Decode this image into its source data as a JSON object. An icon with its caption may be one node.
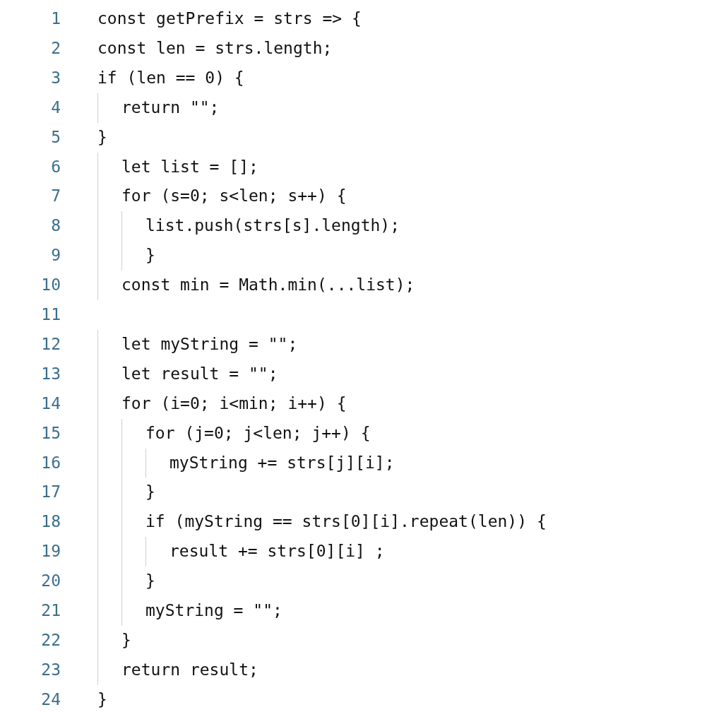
{
  "diagram": {
    "labels": [
      "1",
      "const getPrefix = strs => {",
      "2",
      "const len = strs.length;",
      "3",
      "if (len == 0) {",
      "4",
      "return \"\";",
      "5",
      "}",
      "6",
      "let list = [];",
      "7",
      "for (s=0; s<len; s++) {",
      "8",
      "list.push(strs[s].length);",
      "9",
      "}",
      "10",
      "const min = Math.min(...list);",
      "11",
      "12",
      "let myString = \"\";",
      "13",
      "let result = \"\";",
      "14",
      "for (i=0; i<min; i++) {",
      "15",
      "for (j=0; j<len; j++) {",
      "16",
      "myString += strs[j][i];",
      "17",
      "}",
      "18",
      "if (myString == strs[0][i].repeat(len)) {",
      "19",
      "result += strs[0][i] ;",
      "20",
      "}",
      "21",
      "myString = \"\";",
      "22",
      "}",
      "23",
      "return result;",
      "24",
      "}"
    ]
  }
}
